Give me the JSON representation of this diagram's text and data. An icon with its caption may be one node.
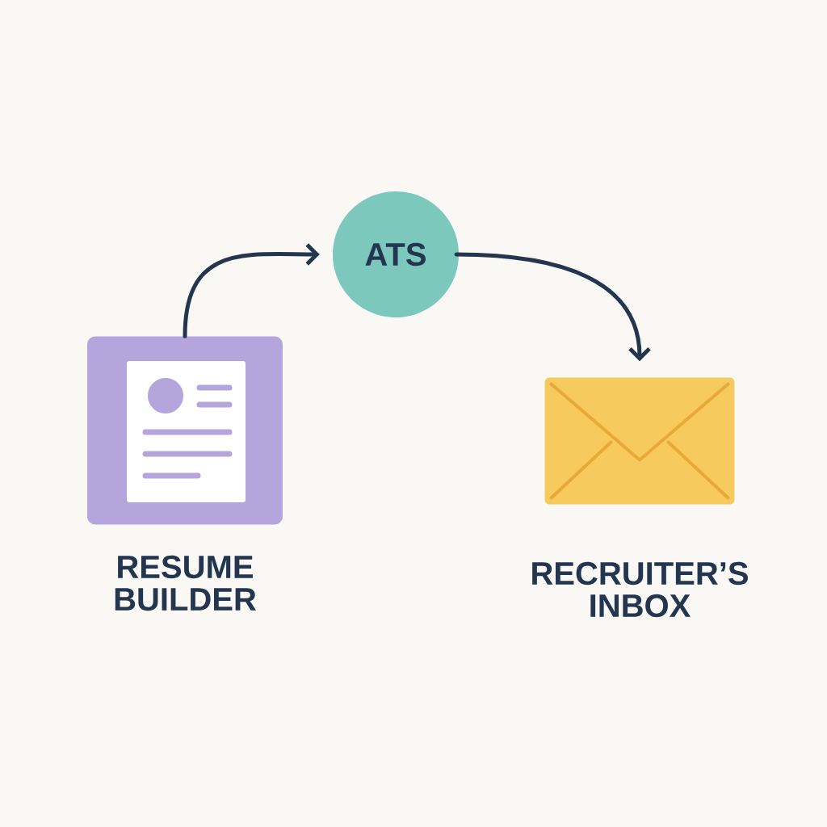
{
  "diagram": {
    "nodes": [
      {
        "text": [
          "RESUME BUILDER"
        ]
      },
      {
        "text": [
          "ATS"
        ]
      },
      {
        "text": [
          "RECRUITER’S INBOX"
        ]
      }
    ],
    "edges": [
      {
        "from": 0,
        "to": 1,
        "arrow": "to"
      },
      {
        "from": 1,
        "to": 2,
        "arrow": "to"
      }
    ]
  }
}
